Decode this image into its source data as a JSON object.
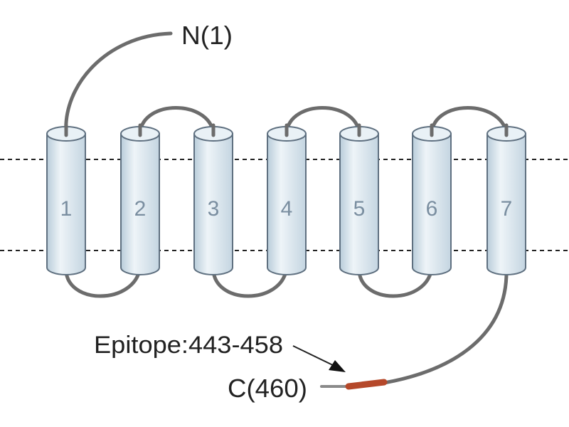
{
  "diagram": {
    "n_terminus_label": "N(1)",
    "c_terminus_label": "C(460)",
    "epitope_label": "Epitope:443-458",
    "helices": [
      {
        "label": "1"
      },
      {
        "label": "2"
      },
      {
        "label": "3"
      },
      {
        "label": "4"
      },
      {
        "label": "5"
      },
      {
        "label": "6"
      },
      {
        "label": "7"
      }
    ],
    "colors": {
      "helix_fill": "#dce8f0",
      "helix_stroke": "#5f7080",
      "loop": "#6c6c6c",
      "membrane_line": "#222222",
      "epitope": "#b5482a"
    }
  }
}
